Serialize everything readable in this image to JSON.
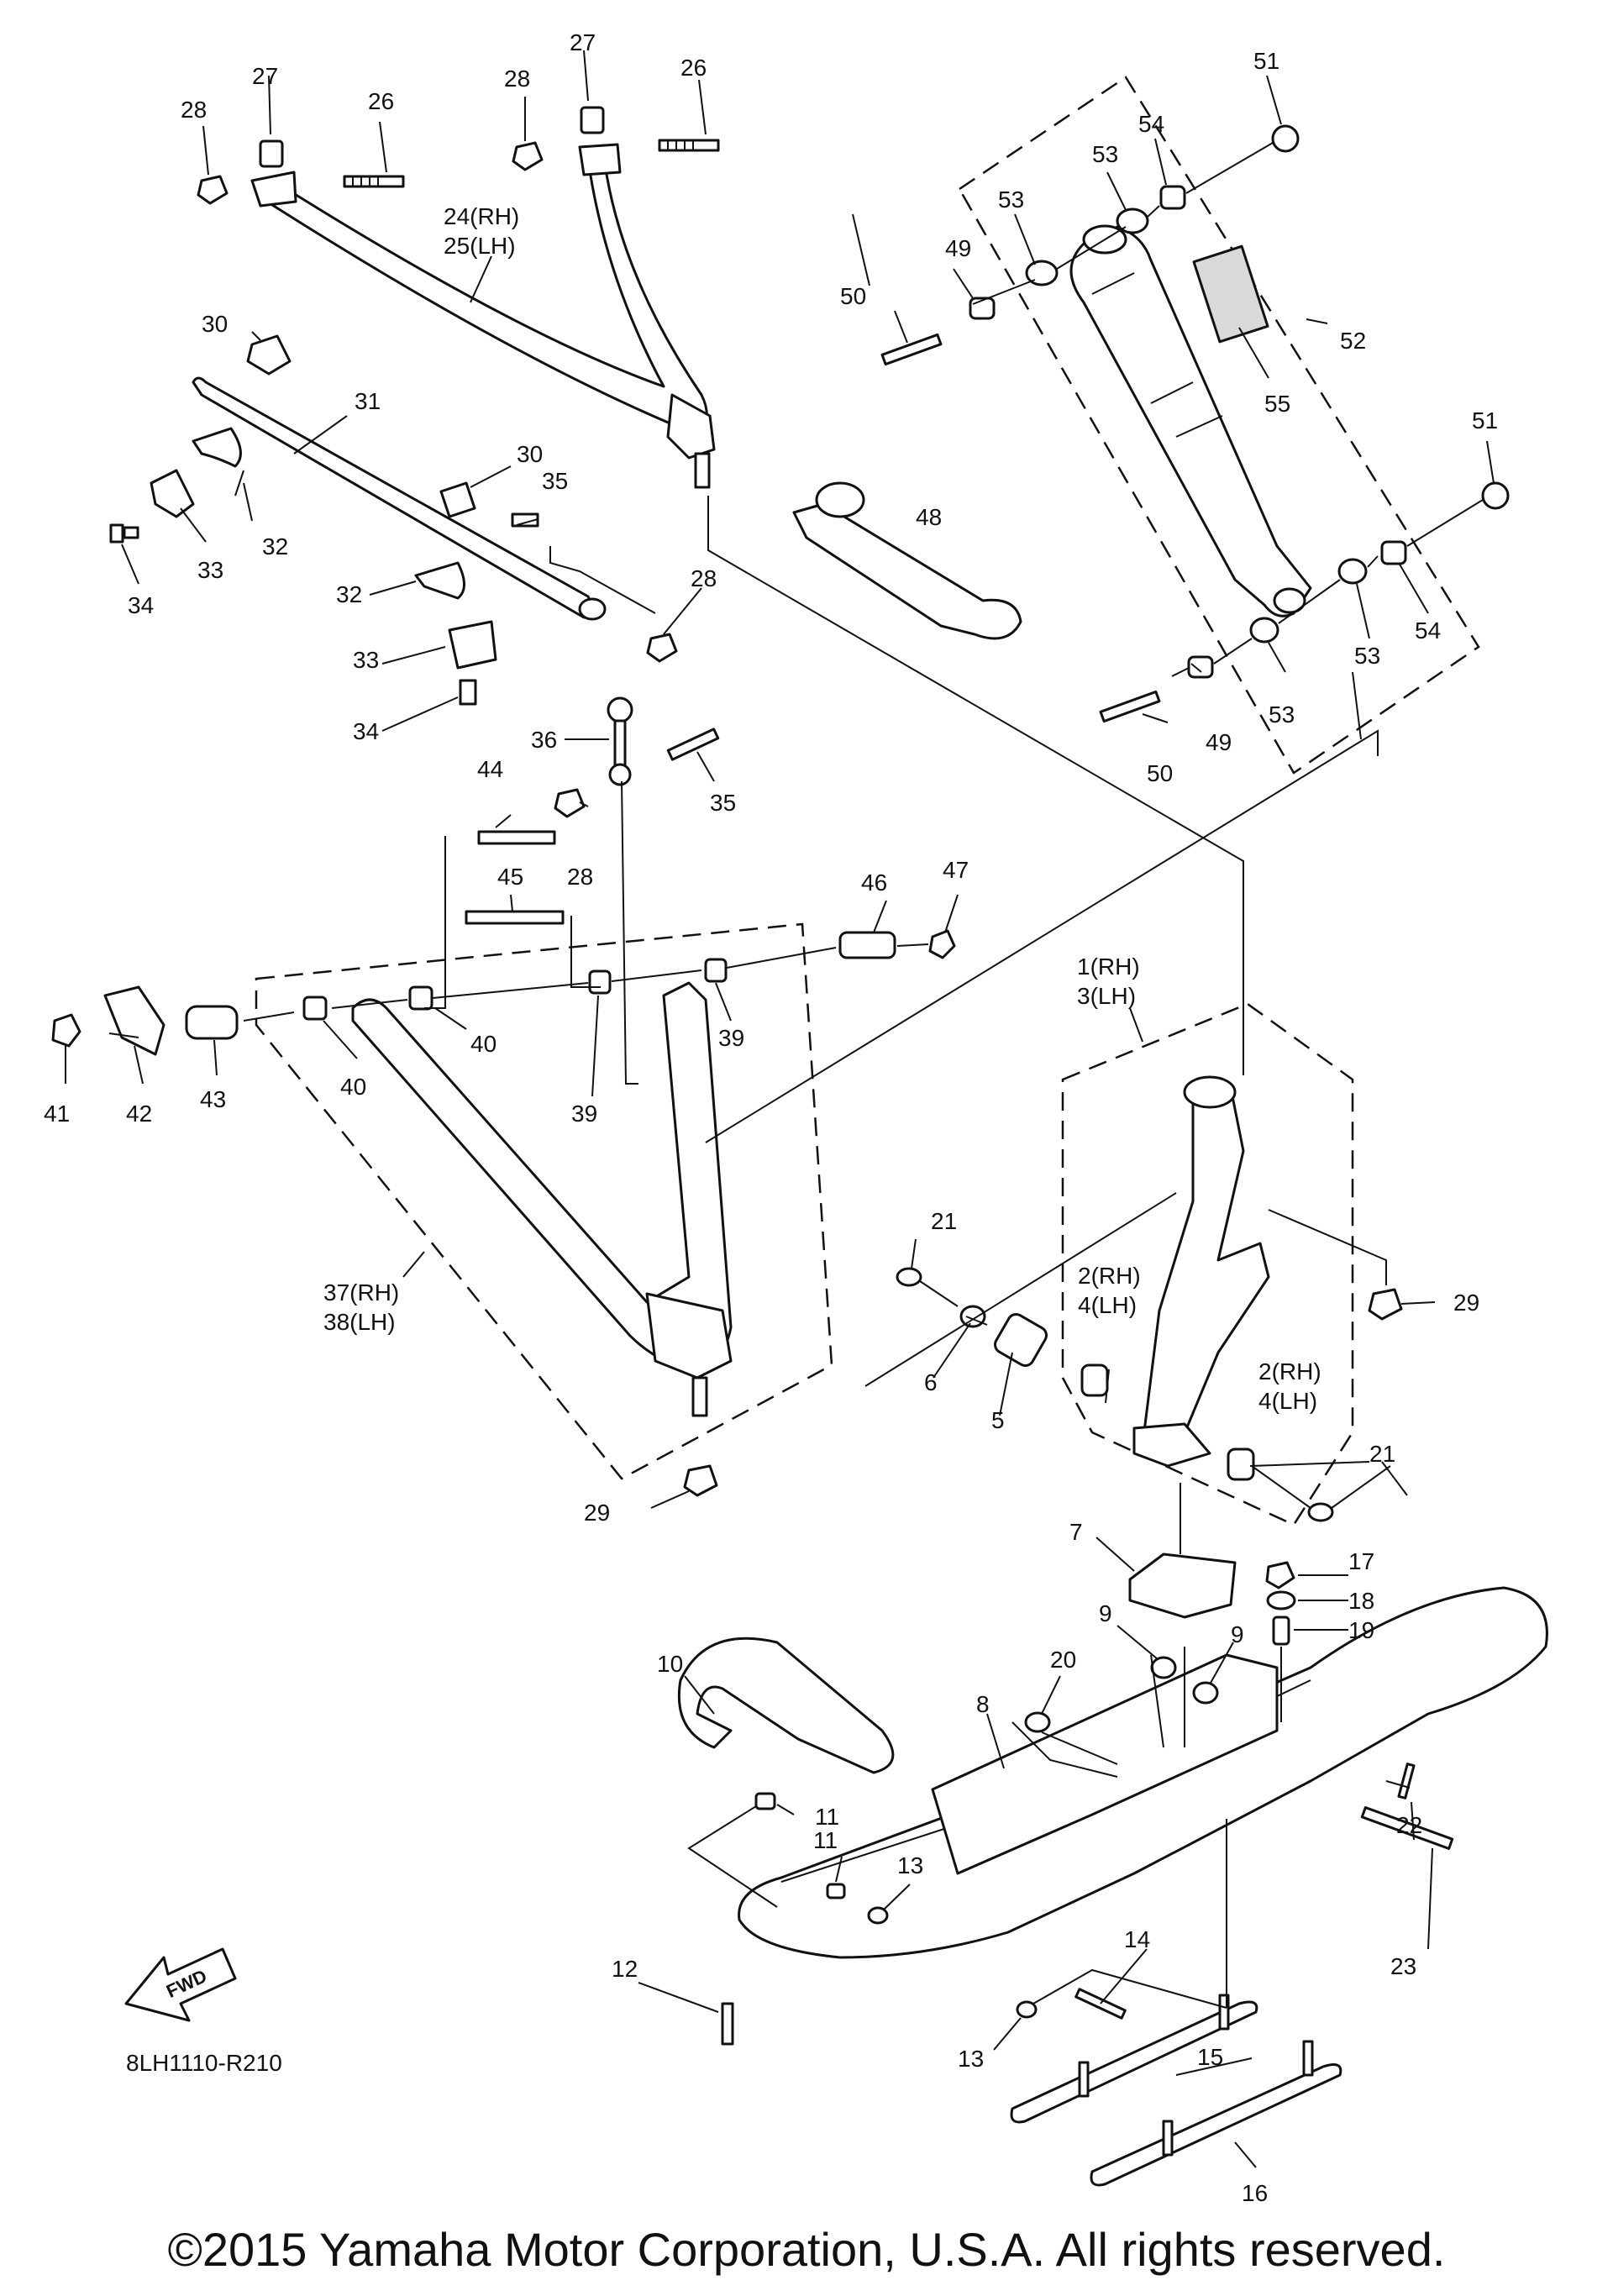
{
  "diagram_code": "8LH1110-R210",
  "copyright": "©2015 Yamaha Motor Corporation, U.S.A. All rights reserved.",
  "fwd_label": "FWD",
  "callouts": {
    "c1": "1(RH)",
    "c3": "3(LH)",
    "c2a": "2(RH)",
    "c4a": "4(LH)",
    "c2b": "2(RH)",
    "c4b": "4(LH)",
    "c5": "5",
    "c6": "6",
    "c7": "7",
    "c8": "8",
    "c9a": "9",
    "c9b": "9",
    "c10": "10",
    "c11a": "11",
    "c11b": "11",
    "c12": "12",
    "c13a": "13",
    "c13b": "13",
    "c14": "14",
    "c15": "15",
    "c16": "16",
    "c17": "17",
    "c18": "18",
    "c19": "19",
    "c20": "20",
    "c21a": "21",
    "c21b": "21",
    "c22": "22",
    "c23": "23",
    "c24": "24(RH)",
    "c25": "25(LH)",
    "c26a": "26",
    "c26b": "26",
    "c27a": "27",
    "c27b": "27",
    "c28a": "28",
    "c28b": "28",
    "c28c": "28",
    "c28d": "28",
    "c29a": "29",
    "c29b": "29",
    "c30a": "30",
    "c30b": "30",
    "c31": "31",
    "c32a": "32",
    "c32b": "32",
    "c33a": "33",
    "c33b": "33",
    "c34a": "34",
    "c34b": "34",
    "c35a": "35",
    "c35b": "35",
    "c36": "36",
    "c37": "37(RH)",
    "c38": "38(LH)",
    "c39a": "39",
    "c39b": "39",
    "c40a": "40",
    "c40b": "40",
    "c41": "41",
    "c42": "42",
    "c43": "43",
    "c44": "44",
    "c45": "45",
    "c46": "46",
    "c47": "47",
    "c48": "48",
    "c49a": "49",
    "c49b": "49",
    "c50a": "50",
    "c50b": "50",
    "c51a": "51",
    "c51b": "51",
    "c52": "52",
    "c53a": "53",
    "c53b": "53",
    "c53c": "53",
    "c53d": "53",
    "c54a": "54",
    "c54b": "54",
    "c55": "55"
  }
}
